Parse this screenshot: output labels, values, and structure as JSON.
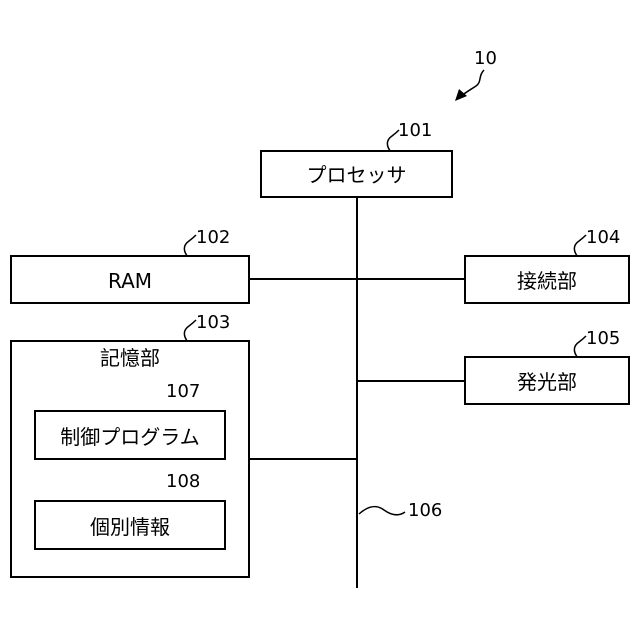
{
  "diagram": {
    "system_ref": "10",
    "bus_ref": "106",
    "blocks": {
      "processor": {
        "label": "プロセッサ",
        "ref": "101"
      },
      "ram": {
        "label": "RAM",
        "ref": "102"
      },
      "storage": {
        "label": "記憶部",
        "ref": "103"
      },
      "connection": {
        "label": "接続部",
        "ref": "104"
      },
      "light_emitter": {
        "label": "発光部",
        "ref": "105"
      },
      "control_program": {
        "label": "制御プログラム",
        "ref": "107"
      },
      "individual_info": {
        "label": "個別情報",
        "ref": "108"
      }
    }
  }
}
